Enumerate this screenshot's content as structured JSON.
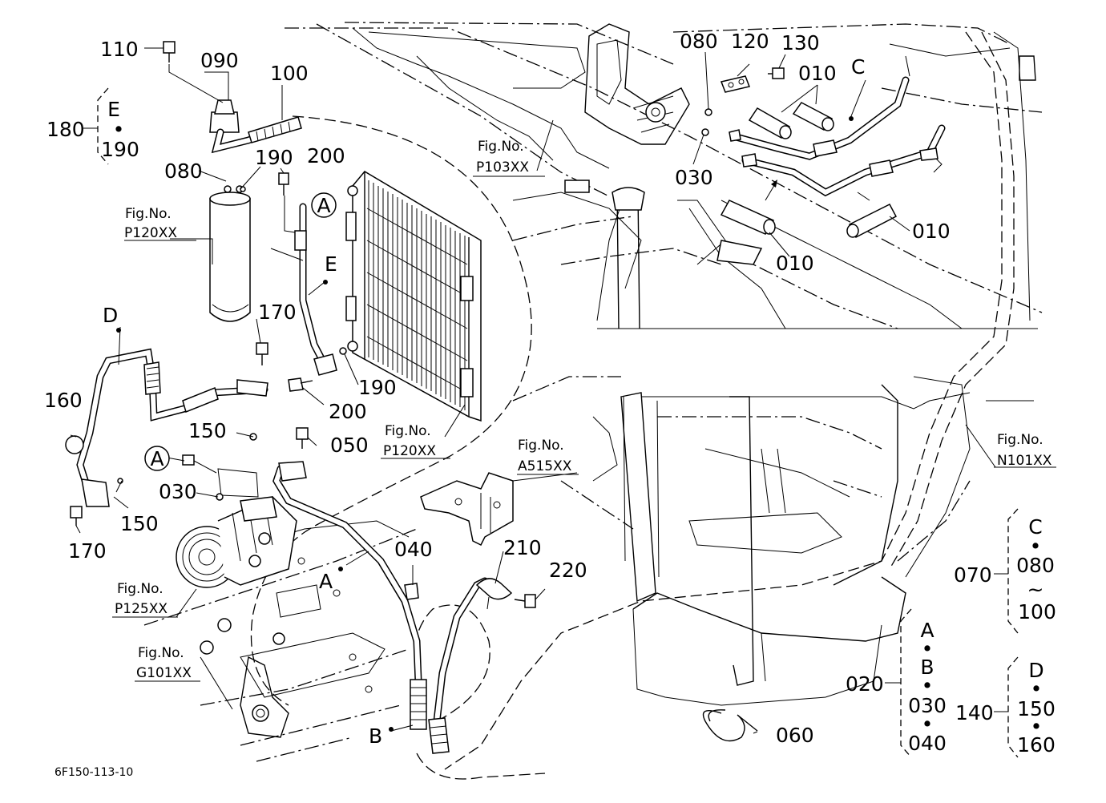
{
  "callouts": {
    "p110": "110",
    "p090": "090",
    "p100": "100",
    "p180": "180",
    "p190a": "190",
    "p200a": "200",
    "p080a": "080",
    "p080b": "080",
    "p120": "120",
    "p130": "130",
    "p010a": "010",
    "p010b": "010",
    "p010c": "010",
    "p030a": "030",
    "p170a": "170",
    "p170b": "170",
    "p190b": "190",
    "p200b": "200",
    "p160": "160",
    "p150a": "150",
    "p150b": "150",
    "p050": "050",
    "p030b": "030",
    "p040": "040",
    "p210": "210",
    "p220": "220",
    "p060": "060",
    "p070": "070",
    "p020": "020",
    "p140": "140"
  },
  "groups": {
    "e_group": {
      "letter": "E",
      "dot": "•",
      "num": "190"
    },
    "c_group": {
      "letter": "C",
      "dot": "•",
      "n1": "080",
      "tilde": "~",
      "n2": "100"
    },
    "ab_group": {
      "a": "A",
      "dot1": "•",
      "b": "B",
      "dot2": "•",
      "n1": "030",
      "dot3": "•",
      "n2": "040"
    },
    "d_group": {
      "letter": "D",
      "dot1": "•",
      "n1": "150",
      "dot2": "•",
      "n2": "160"
    }
  },
  "letters": {
    "A1": "A",
    "A2": "A",
    "A3": "A",
    "B": "B",
    "C": "C",
    "D": "D",
    "E": "E"
  },
  "figrefs": {
    "fig_label": "Fig.No.",
    "p103": "P103XX",
    "p120a": "P120XX",
    "p120b": "P120XX",
    "a515": "A515XX",
    "n101": "N101XX",
    "p125": "P125XX",
    "g101": "G101XX"
  },
  "drawing_code": "6F150-113-10",
  "colors": {
    "line": "#000000",
    "background": "#ffffff"
  }
}
